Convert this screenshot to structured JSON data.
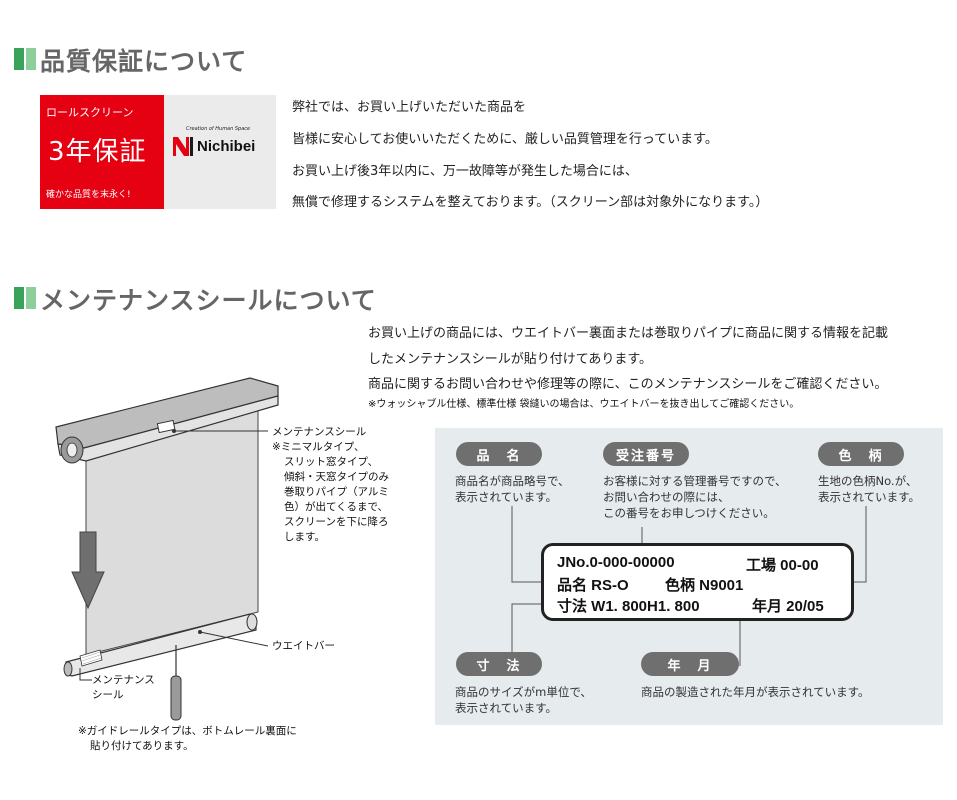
{
  "section1": {
    "title": "品質保証について",
    "badge": {
      "top_label": "ロールスクリーン",
      "main": "3年保証",
      "bottom": "確かな品質を末永く!",
      "logo_tagline": "Creation of Human Space",
      "logo_word": "Nichibei"
    },
    "paragraph": [
      "弊社では、お買い上げいただいた商品を",
      "皆様に安心してお使いいただくために、厳しい品質管理を行っています。",
      "お買い上げ後3年以内に、万一故障等が発生した場合には、",
      "無償で修理するシステムを整えております。（スクリーン部は対象外になります。）"
    ]
  },
  "section2": {
    "title": "メンテナンスシールについて",
    "paragraph": [
      "お買い上げの商品には、ウエイトバー裏面または巻取りパイプに商品に関する情報を記載",
      "したメンテナンスシールが貼り付けてあります。",
      "商品に関するお問い合わせや修理等の際に、このメンテナンスシールをご確認ください。"
    ],
    "note": "※ウォッシャブル仕様、標準仕様 袋縫いの場合は、ウエイトバーを抜き出してご確認ください。",
    "diagram": {
      "callout_top": [
        "メンテナンスシール",
        "※ミニマルタイプ、",
        "スリット窓タイプ、",
        "傾斜・天窓タイプのみ",
        "巻取りパイプ（アルミ",
        "色）が出てくるまで、",
        "スクリーンを下に降ろ",
        "します。"
      ],
      "callout_weight": "ウエイトバー",
      "callout_bottom": [
        "メンテナンス",
        "シール"
      ],
      "footnote": [
        "※ガイドレールタイプは、ボトムレール裏面に",
        "貼り付けてあります。"
      ]
    },
    "info": {
      "hinmei": {
        "pill": "品　名",
        "desc": [
          "商品名が商品略号で、",
          "表示されています。"
        ]
      },
      "juchu": {
        "pill": "受注番号",
        "desc": [
          "お客様に対する管理番号ですので、",
          "お問い合わせの際には、",
          "この番号をお申しつけください。"
        ]
      },
      "iro": {
        "pill": "色　柄",
        "desc": [
          "生地の色柄No.が、",
          "表示されています。"
        ]
      },
      "sunpo": {
        "pill": "寸　法",
        "desc": [
          "商品のサイズがm単位で、",
          "表示されています。"
        ]
      },
      "nengetsu": {
        "pill": "年　月",
        "desc": [
          "商品の製造された年月が表示されています。"
        ]
      },
      "label_lines": {
        "l1a": "JNo.0-000-00000",
        "l1b": "工場 00-00",
        "l2a": "品名 RS-O",
        "l2b": "色柄 N9001",
        "l3a": "寸法 W1. 800H1. 800",
        "l3b": "年月 20/05"
      }
    }
  },
  "colors": {
    "accent_green": "#3aa35a",
    "badge_red": "#e50012",
    "pill_gray": "#6f6f6f",
    "box_bg": "#e6ebee"
  }
}
